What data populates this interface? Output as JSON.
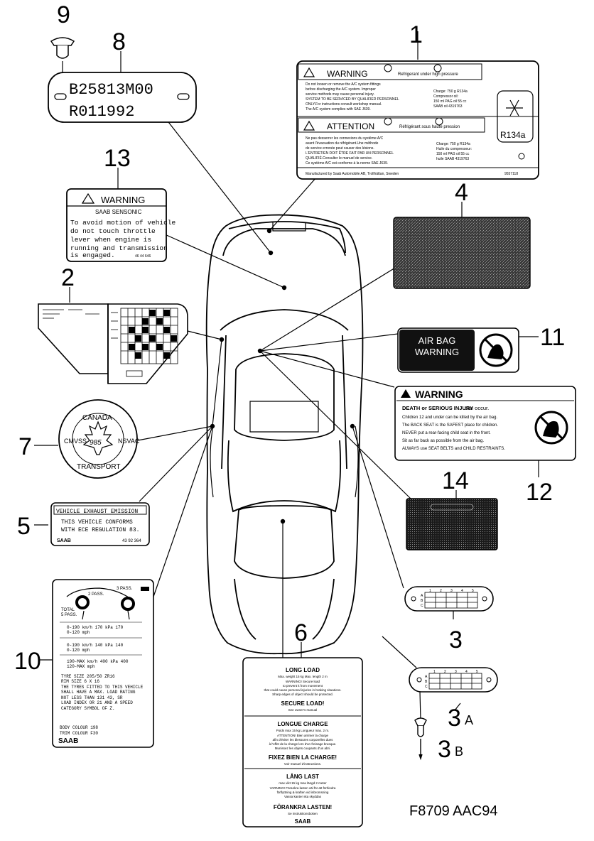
{
  "figure_code": "F8709 AAC94",
  "callouts": {
    "c1": "1",
    "c2": "2",
    "c3": "3",
    "c3a": "3",
    "c3a_sub": "A",
    "c3b": "3",
    "c3b_sub": "B",
    "c4": "4",
    "c5": "5",
    "c6": "6",
    "c7": "7",
    "c8": "8",
    "c9": "9",
    "c10": "10",
    "c11": "11",
    "c12": "12",
    "c13": "13",
    "c14": "14"
  },
  "label1": {
    "warning_title": "WARNING",
    "warning_subtitle": "Refrigerant under high pressure",
    "warning_lines": [
      "Do not loosen or remove the A/C system fittings",
      "before discharging the A/C system. Improper",
      "service methods may cause personal injury.",
      "SYSTEM TO BE SERVICED BY QUALIFIED PERSONNEL",
      "ONLY.For instructions consult workshop manual.",
      "The A/C system complies with SAE J639."
    ],
    "charge_lines": [
      "Charge: 750 g R134a",
      "Compressor oil:",
      "150 ml PAG oil 55 cc",
      "SAAB oil 4319763"
    ],
    "attention_title": "ATTENTION",
    "attention_subtitle": "Réfrigérant sous haute pression",
    "attention_lines": [
      "Ne pas desserrer les connexions du système A/C",
      "avant l'évacuation du réfrigérant.Une méthode",
      "de service erronée peut causer des lésions.",
      "L'ENTRETIEN DOIT ÊTRE FAIT PAR UN PERSONNEL",
      "QUALIFIÉ.Consulter le manuel de service.",
      "Ce système A/C est conforme à la norme SAE J639."
    ],
    "charge_lines_fr": [
      "Charge: 750 g R134a",
      "Huile du compresseur:",
      "150 ml PAG oil 55 cc",
      "huile SAAB 4319763"
    ],
    "refrigerant": "R134a",
    "footer": "Manufactured by Saab Automobile AB, Trollhättan, Sweden",
    "part_no": "9557118"
  },
  "label8": {
    "line1": "B25813M00",
    "line2": "R011992"
  },
  "label13": {
    "title": "WARNING",
    "subtitle": "SAAB SENSONIC",
    "lines": [
      "To avoid motion of vehicle",
      "do not touch throttle",
      "lever when engine is",
      "running and transmission",
      "is engaged."
    ],
    "part_no": "46 44 646"
  },
  "label11": {
    "line1": "AIR BAG",
    "line2": "WARNING"
  },
  "label12": {
    "title": "WARNING",
    "headline_bold": "DEATH or SERIOUS INJURY",
    "headline_rest": "can occur.",
    "bullets": [
      "Children 12 and under can be killed by the air bag.",
      "The BACK SEAT is the SAFEST place for children.",
      "NEVER put a rear-facing child seat in the front.",
      "Sit as far back as possible from the air bag.",
      "ALWAYS use SEAT BELTS and CHILD RESTRAINTS."
    ]
  },
  "label7": {
    "top": "CANADA",
    "left": "CMVSS",
    "right": "NSVAC",
    "bottom": "TRANSPORT",
    "number": "985"
  },
  "label5": {
    "title": "VEHICLE EXHAUST EMISSION",
    "line1": "THIS VEHICLE CONFORMS",
    "line2": "WITH ECE REGULATION 83.",
    "brand": "SAAB",
    "part_no": "43 92 364"
  },
  "label10": {
    "pass_label": "3 PASS.",
    "pass2": "2 PASS.",
    "total": "TOTAL",
    "total2": "5 PASS.",
    "load_rows": [
      "0-190 km/h   170 kPa  170",
      "0-120 mph",
      "0-190 km/h   140 kPa  140",
      "0-120 mph",
      "190-MAX km/h  400 kPa 400",
      "120-MAX mph"
    ],
    "tyre_lines": [
      "TYRE SIZE 205/50 ZR16",
      "RIM SIZE    6 X 16",
      "THE TYRES FITTED TO THIS VEHICLE",
      "SHALL HAVE A MAX. LOAD RATING",
      "NOT LESS THAN   131   43, SR",
      "LOAD INDEX OR   21   AND A SPEED",
      "CATEGORY SYMBOL OF Z."
    ],
    "body_colour": "BODY COLOUR 198",
    "trim_colour": "TRIM COLOUR F30",
    "brand": "SAAB"
  },
  "label6": {
    "sections": [
      {
        "title": "LONG LOAD",
        "lines": [
          "Max. weight 15 kg   Max. length 2 m",
          "WARNING! Secure load",
          "to prevent it from movement",
          "that could cause personal injuries in braking situations.",
          "Sharp edges of object should be protected."
        ]
      },
      {
        "title": "SECURE LOAD!",
        "lines": [
          "See owner's manual"
        ]
      },
      {
        "title": "LONGUE CHARGE",
        "lines": [
          "Poids max 15 kg   Longueur max. 2 m.",
          "ATTENTION! Bien arrimer la charge",
          "afin d'éviter les blessures corporelles dues",
          "à l'effet de la charge lors d'un freinage brusque.",
          "Munissez les objets coupants d'un abri."
        ]
      },
      {
        "title": "FIXEZ BIEN LA CHARGE!",
        "lines": [
          "Voir manuel d'instructions."
        ]
      },
      {
        "title": "LÅNG LAST",
        "lines": [
          "max vikt 15 kg   max längd 2 meter",
          "VARNING! Förankra lasten väl för att förhindra",
          "förflyttning & kraften vid inbromsning",
          "Vassa kanter ska skyddas"
        ]
      },
      {
        "title": "FÖRANKRA LASTEN!",
        "lines": [
          "Se instruktionsboken"
        ]
      }
    ],
    "brand": "SAAB"
  },
  "plate3": {
    "columns": [
      "1",
      "2",
      "3",
      "4",
      "5"
    ],
    "rows": [
      "A",
      "B",
      "C"
    ]
  }
}
